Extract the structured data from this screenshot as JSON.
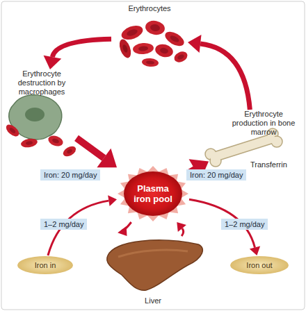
{
  "diagram": {
    "nodes": [
      {
        "text": [
          "Erythrocytes"
        ]
      },
      {
        "text": [
          "Erythrocyte destruction by macrophages"
        ]
      },
      {
        "text": [
          "Erythrocyte production in bone marrow"
        ]
      },
      {
        "text": [
          "Plasma iron pool"
        ]
      },
      {
        "text": [
          "Iron in"
        ]
      },
      {
        "text": [
          "Iron out"
        ]
      },
      {
        "text": [
          "Liver"
        ]
      }
    ],
    "edges": [
      {
        "from": 0,
        "to": 1,
        "arrow": "to"
      },
      {
        "from": 1,
        "to": 3,
        "label": "Iron: 20 mg/day",
        "arrow": "to"
      },
      {
        "from": 3,
        "to": 2,
        "label": "Iron: 20 mg/day",
        "arrow": "to"
      },
      {
        "from": 2,
        "to": 0,
        "arrow": "to"
      },
      {
        "from": 4,
        "to": 3,
        "label": "1–2 mg/day",
        "arrow": "to"
      },
      {
        "from": 3,
        "to": 5,
        "label": "1–2 mg/day",
        "arrow": "to"
      },
      {
        "from": 3,
        "to": 6,
        "arrow": "to"
      },
      {
        "from": 6,
        "to": 3,
        "arrow": "to"
      }
    ],
    "labels": [
      "Transferrin"
    ]
  }
}
